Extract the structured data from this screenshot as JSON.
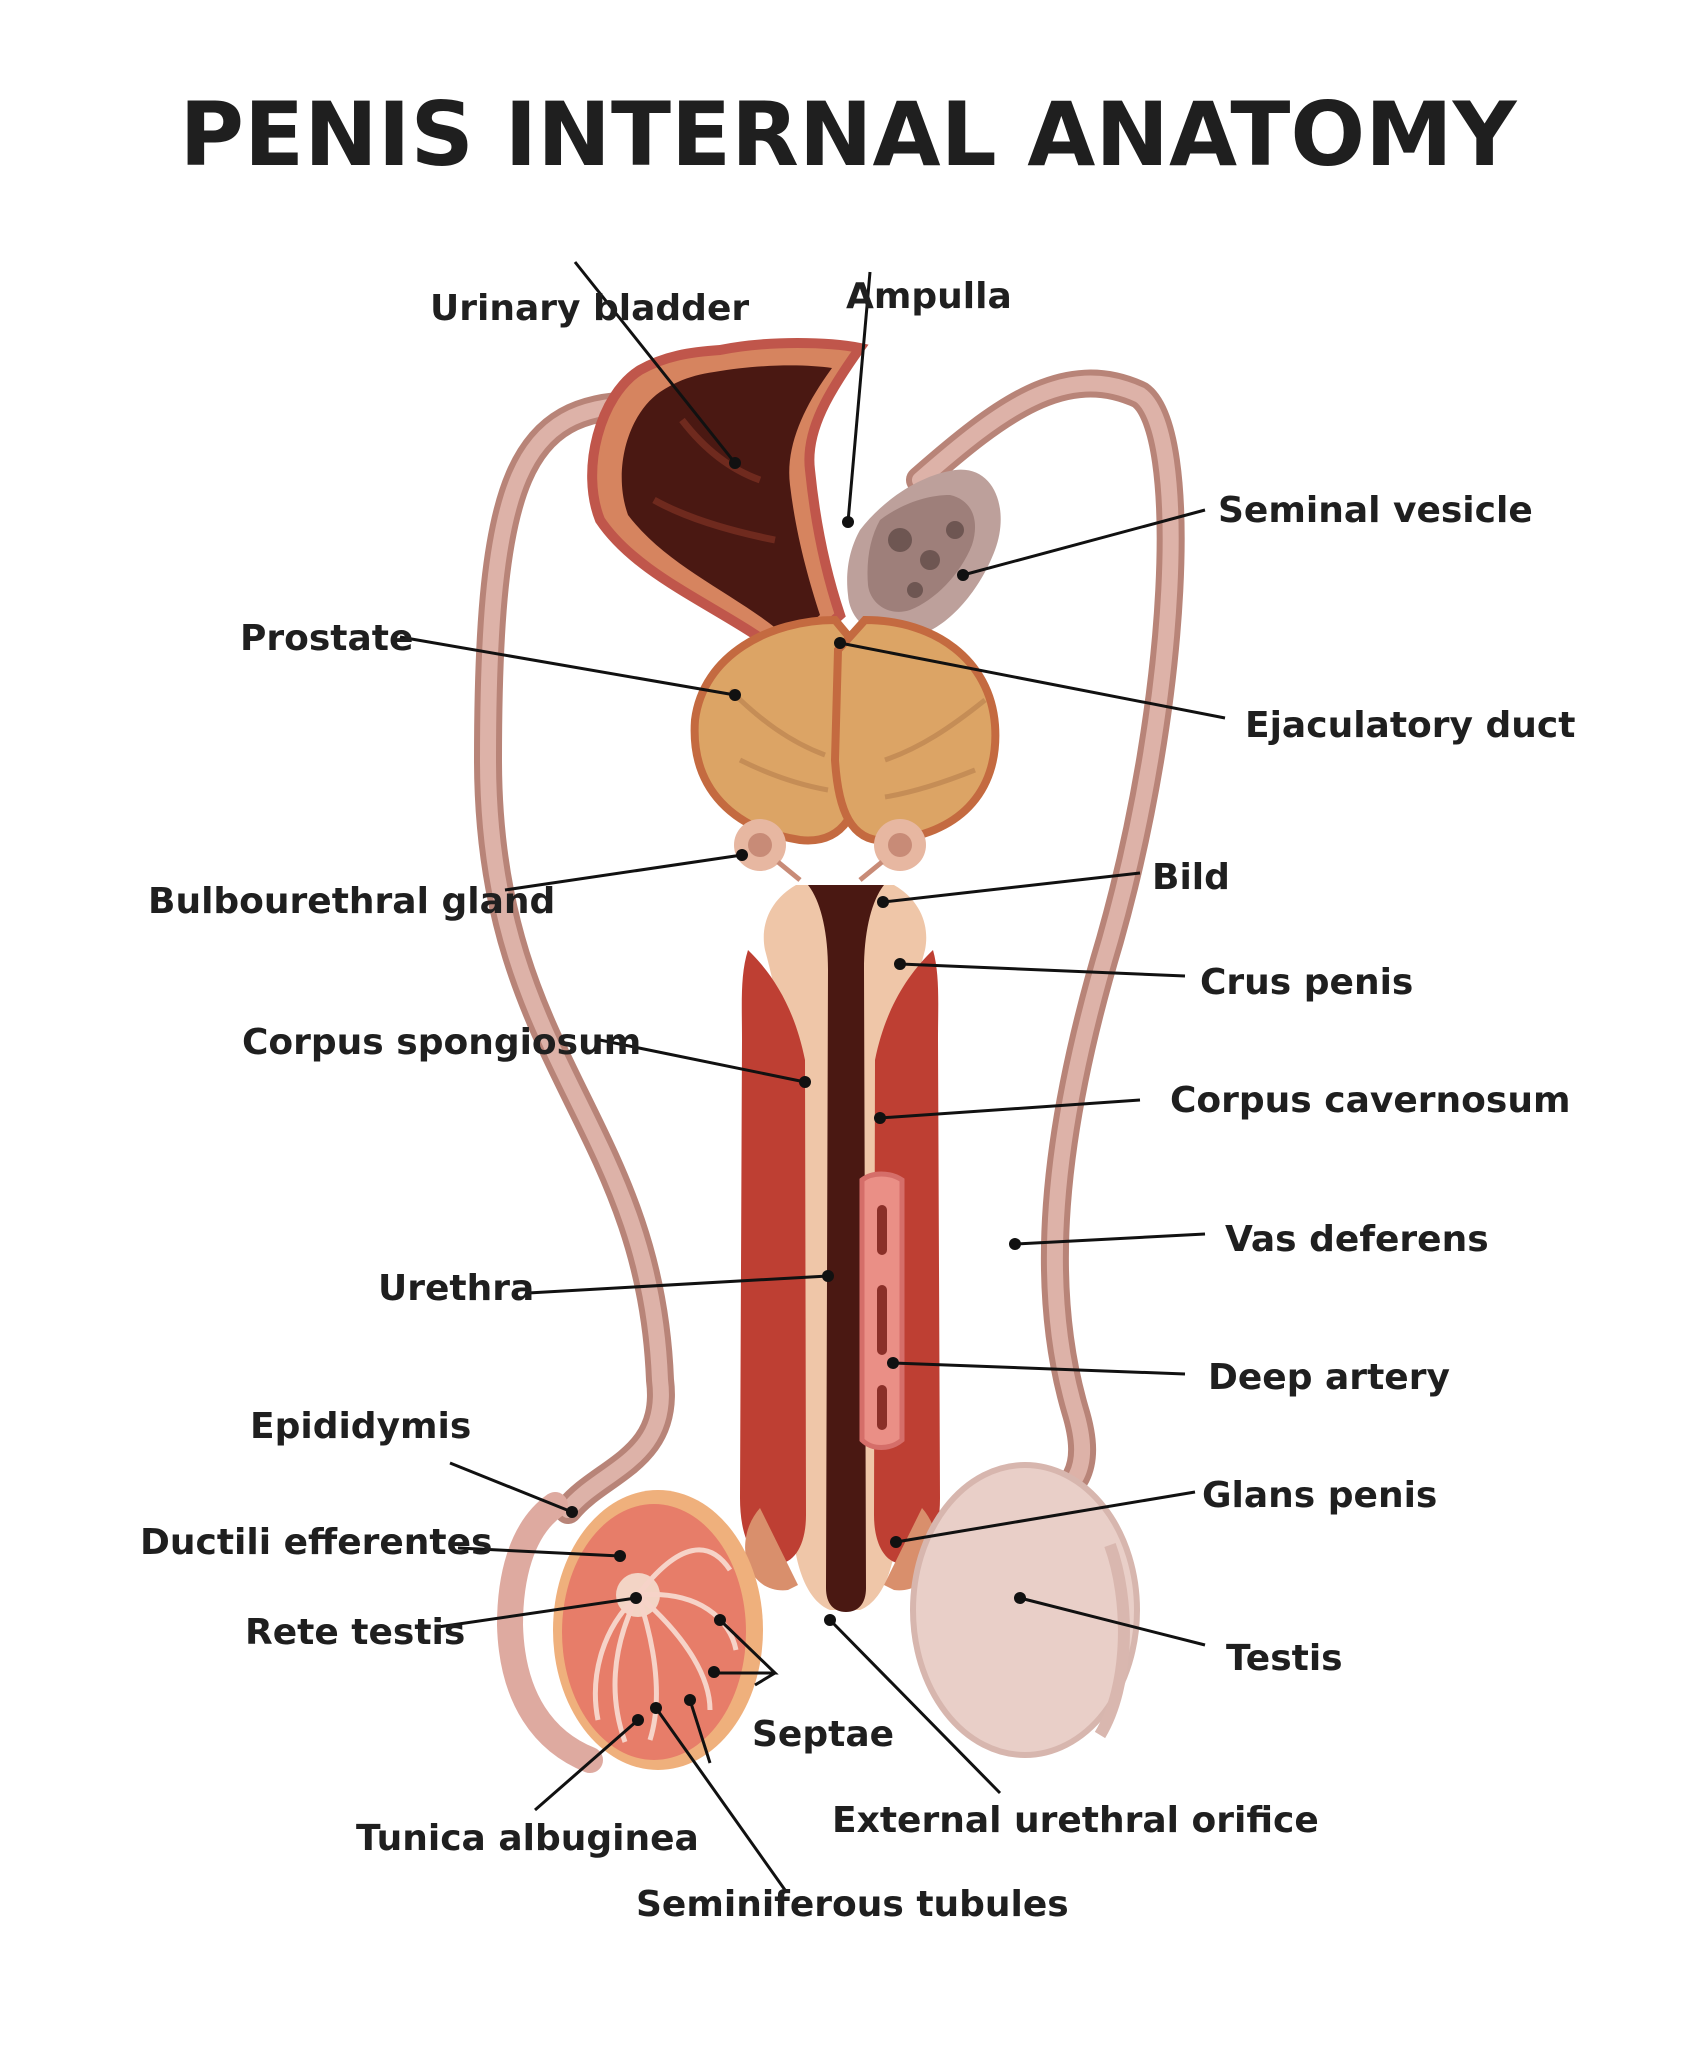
{
  "title": "PENIS INTERNAL ANATOMY",
  "labels": {
    "urinary_bladder": "Urinary bladder",
    "ampulla": "Ampulla",
    "seminal_vesicle": "Seminal vesicle",
    "prostate": "Prostate",
    "ejaculatory_duct": "Ejaculatory duct",
    "bulbourethral_gland": "Bulbourethral gland",
    "bild": "Bild",
    "crus_penis": "Crus penis",
    "corpus_spongiosum": "Corpus spongiosum",
    "corpus_cavernosum": "Corpus cavernosum",
    "vas_deferens": "Vas deferens",
    "urethra": "Urethra",
    "deep_artery": "Deep artery",
    "epididymis": "Epididymis",
    "glans_penis": "Glans penis",
    "ductili_efferentes": "Ductili efferentes",
    "rete_testis": "Rete testis",
    "testis": "Testis",
    "septae": "Septae",
    "external_urethral_orifice": "External urethral orifice",
    "tunica_albuginea": "Tunica albuginea",
    "seminiferous_tubules": "Seminiferous tubules"
  },
  "colors": {
    "vas_deferens": "#c99a8f",
    "bladder": "#4a1812",
    "prostate": "#dfae68",
    "corpus_cavernosum": "#bf3a2f",
    "corpus_spongiosum": "#efc7a6",
    "testis_left": "#e9826f",
    "testis_right": "#ead0c8"
  }
}
